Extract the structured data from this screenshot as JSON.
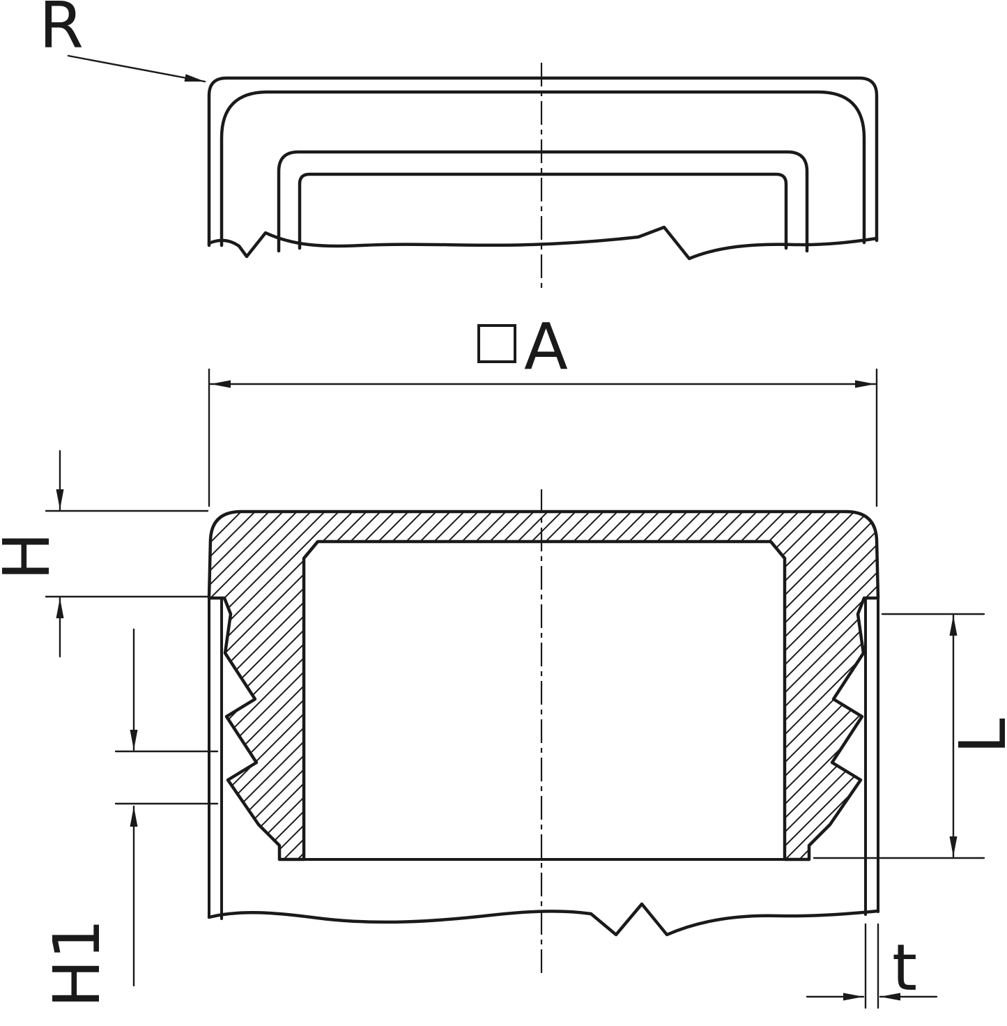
{
  "drawing": {
    "labels": {
      "r": "R",
      "a": "A",
      "a_symbol": "□",
      "h": "H",
      "h1": "H1",
      "l": "L",
      "t": "t"
    },
    "colors": {
      "line": "#1a1a1a",
      "background": "#ffffff"
    }
  }
}
